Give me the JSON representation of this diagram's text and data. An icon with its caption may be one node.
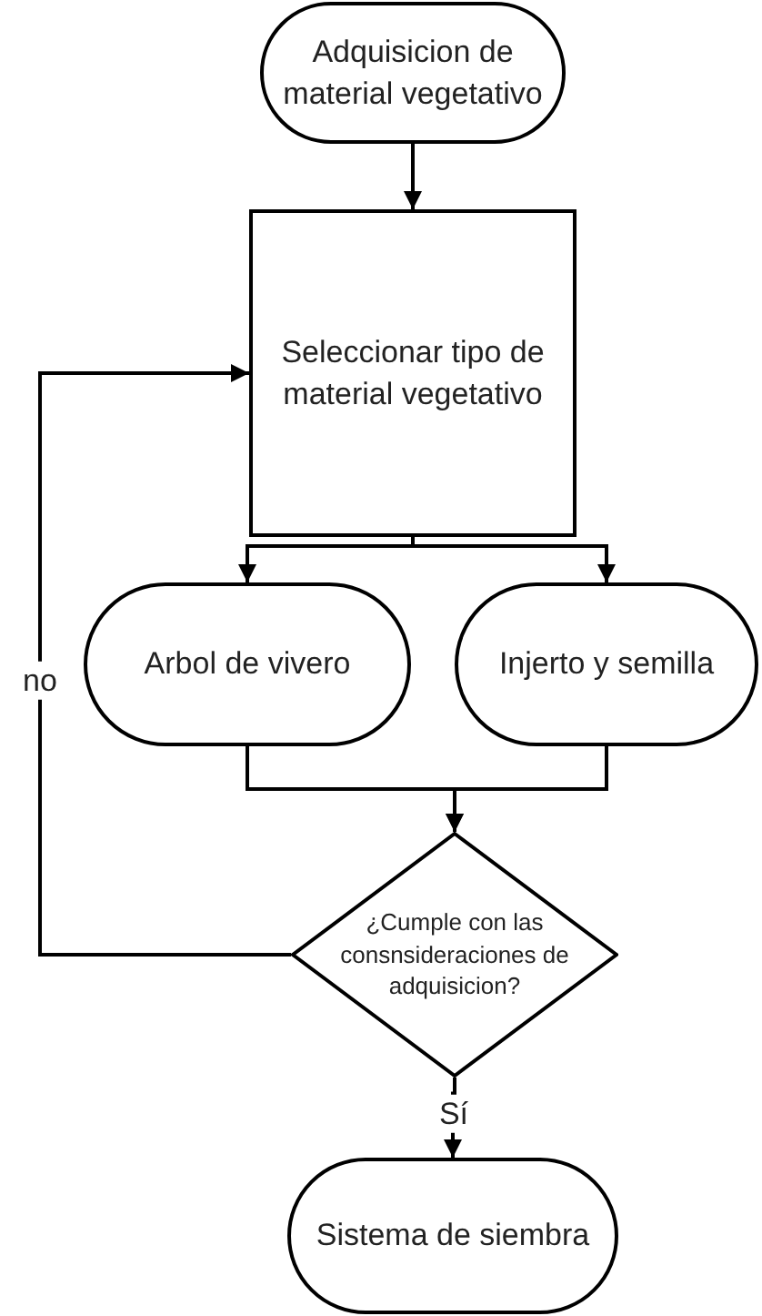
{
  "diagram": {
    "nodes": [
      {
        "text": [
          "Adquisicion de material vegetativo"
        ]
      },
      {
        "text": [
          "Seleccionar tipo de material vegetativo"
        ]
      },
      {
        "text": [
          "Arbol de vivero"
        ]
      },
      {
        "text": [
          "Injerto y semilla"
        ]
      },
      {
        "text": [
          "¿Cumple con las consnsideraciones de adquisicion?"
        ]
      },
      {
        "text": [
          "Sistema de siembra"
        ]
      }
    ],
    "edges": [
      {
        "from": 0,
        "to": 1,
        "arrow": "to"
      },
      {
        "from": 1,
        "to": 2,
        "arrow": "to"
      },
      {
        "from": 1,
        "to": 3,
        "arrow": "to"
      },
      {
        "from": 2,
        "to": 4,
        "arrow": "to"
      },
      {
        "from": 3,
        "to": 4,
        "arrow": "to"
      },
      {
        "from": 4,
        "to": 1,
        "arrow": "to",
        "label": "no"
      },
      {
        "from": 4,
        "to": 5,
        "arrow": "to",
        "label": "Sí"
      }
    ]
  }
}
